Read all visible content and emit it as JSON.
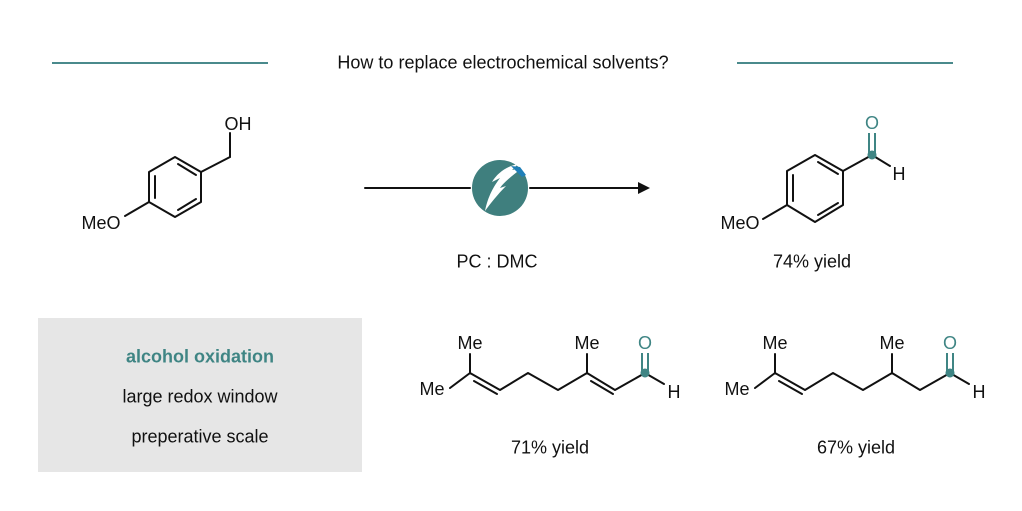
{
  "header": {
    "title": "How to replace electrochemical solvents?"
  },
  "colors": {
    "accent": "#3f8584",
    "box": "#e6e6e6",
    "bolt_tip": "#1f7fb8"
  },
  "reaction": {
    "conditions": "PC : DMC",
    "catalyst_icon": "lightning-bolt-icon",
    "starting_material": {
      "labels": {
        "oh": "OH",
        "meo": "MeO"
      }
    },
    "product": {
      "labels": {
        "o": "O",
        "h": "H",
        "meo": "MeO"
      },
      "yield": "74% yield"
    }
  },
  "features": [
    "alcohol oxidation",
    "large redox window",
    "preperative scale"
  ],
  "examples": [
    {
      "labels": {
        "me1": "Me",
        "me2": "Me",
        "me3": "Me",
        "o": "O",
        "h": "H"
      },
      "yield": "71% yield"
    },
    {
      "labels": {
        "me1": "Me",
        "me2": "Me",
        "me3": "Me",
        "o": "O",
        "h": "H"
      },
      "yield": "67% yield"
    }
  ]
}
